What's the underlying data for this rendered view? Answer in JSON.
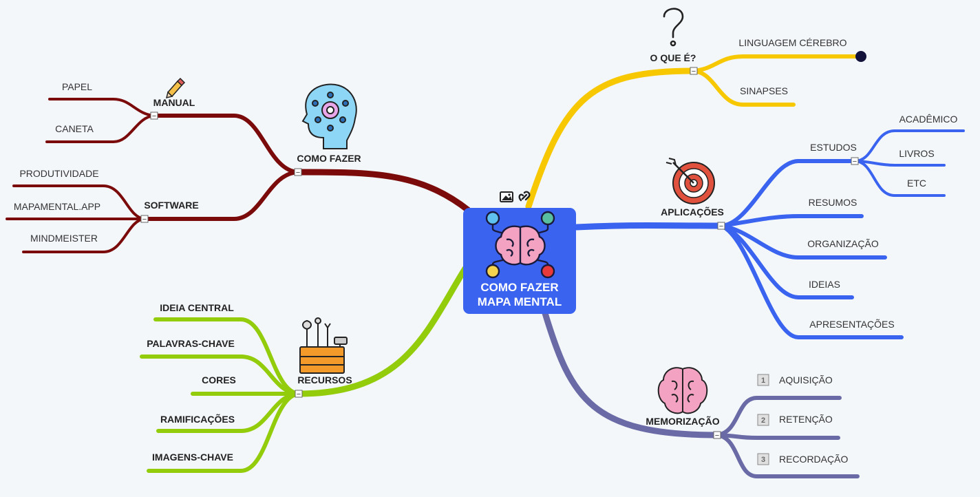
{
  "central": {
    "line1": "COMO FAZER",
    "line2": "MAPA MENTAL",
    "color": "#3a63f0"
  },
  "colors": {
    "yellow": "#f7c800",
    "blue": "#3a63f0",
    "purple": "#6a6aa6",
    "green": "#93cc0a",
    "maroon": "#7b0b0b",
    "canvas": "#f3f7fa"
  },
  "branches": {
    "o_que_e": {
      "label": "O QUE É?",
      "icon": "question-mark-icon",
      "children": [
        "LINGUAGEM CÉREBRO",
        "SINAPSES"
      ]
    },
    "aplicacoes": {
      "label": "APLICAÇÕES",
      "icon": "target-icon",
      "estudos": {
        "label": "ESTUDOS",
        "children": [
          "ACADÊMICO",
          "LIVROS",
          "ETC"
        ]
      },
      "children": [
        "RESUMOS",
        "ORGANIZAÇÃO",
        "IDEIAS",
        "APRESENTAÇÕES"
      ]
    },
    "memorizacao": {
      "label": "MEMORIZAÇÃO",
      "icon": "brain-icon",
      "children": [
        {
          "num": "1",
          "label": "AQUISIÇÃO"
        },
        {
          "num": "2",
          "label": "RETENÇÃO"
        },
        {
          "num": "3",
          "label": "RECORDAÇÃO"
        }
      ]
    },
    "recursos": {
      "label": "RECURSOS",
      "icon": "toolbox-icon",
      "children": [
        "IDEIA CENTRAL",
        "PALAVRAS-CHAVE",
        "CORES",
        "RAMIFICAÇÕES",
        "IMAGENS-CHAVE"
      ]
    },
    "como_fazer": {
      "label": "COMO FAZER",
      "icon": "head-gear-icon",
      "manual": {
        "label": "MANUAL",
        "icon": "pencil-icon",
        "children": [
          "PAPEL",
          "CANETA"
        ]
      },
      "software": {
        "label": "SOFTWARE",
        "children": [
          "PRODUTIVIDADE",
          "MAPAMENTAL.APP",
          "MINDMEISTER"
        ]
      }
    }
  },
  "collapse_symbol": "−"
}
